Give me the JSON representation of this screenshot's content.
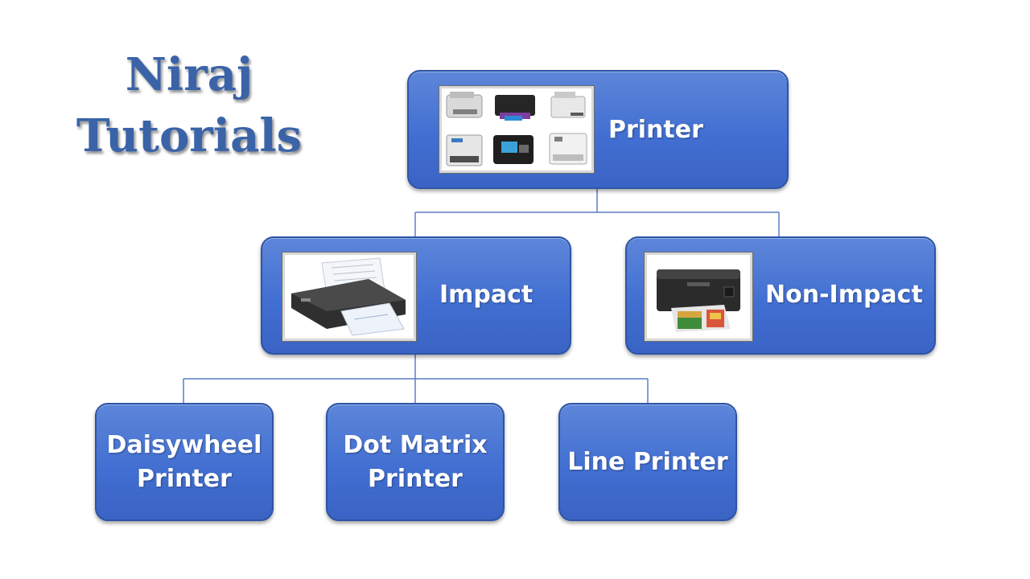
{
  "brand": {
    "line1": "Niraj",
    "line2": "Tutorials"
  },
  "diagram": {
    "root": {
      "label": "Printer",
      "image": "printer-collage-image"
    },
    "level1": [
      {
        "label": "Impact",
        "image": "impact-printer-image"
      },
      {
        "label": "Non-Impact",
        "image": "inkjet-printer-image"
      }
    ],
    "level2": [
      {
        "line1": "Daisywheel",
        "line2": "Printer"
      },
      {
        "line1": "Dot Matrix",
        "line2": "Printer"
      },
      {
        "line1": "Line Printer"
      }
    ]
  },
  "colors": {
    "node_fill": "#4472c4",
    "node_border": "#2d54a6",
    "connector": "#5b7fc7",
    "brand_text": "#3a63a8"
  }
}
